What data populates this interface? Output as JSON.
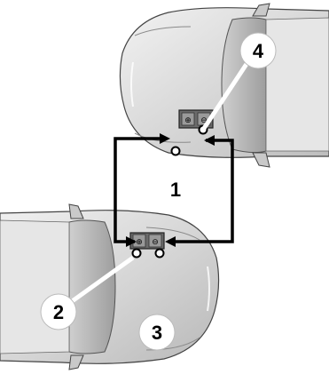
{
  "diagram": {
    "callouts": [
      {
        "id": "1",
        "label": "1"
      },
      {
        "id": "2",
        "label": "2"
      },
      {
        "id": "3",
        "label": "3"
      },
      {
        "id": "4",
        "label": "4"
      }
    ],
    "terminals": {
      "positive": "⊕",
      "negative": "⊖"
    }
  }
}
